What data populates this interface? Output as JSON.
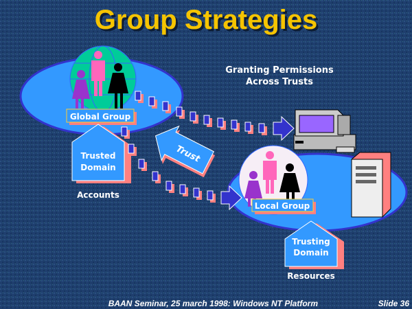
{
  "title": "Group Strategies",
  "caption": {
    "line1": "Granting Permissions",
    "line2": "Across Trusts"
  },
  "left": {
    "group_label": "Global Group",
    "domain_line1": "Trusted",
    "domain_line2": "Domain",
    "role_label": "Accounts"
  },
  "right": {
    "group_label": "Local Group",
    "domain_line1": "Trusting",
    "domain_line2": "Domain",
    "role_label": "Resources"
  },
  "trust_arrow_label": "Trust",
  "footer": {
    "text": "BAAN Seminar, 25 march 1998: Windows NT Platform",
    "slide": "Slide 36"
  },
  "colors": {
    "background": "#1f3f6e",
    "title": "#f5c400",
    "ellipse": "#3399ff",
    "globe": "#00cc99",
    "pink": "#ff66bb",
    "purple": "#9933cc",
    "shadow": "#ff8080"
  }
}
